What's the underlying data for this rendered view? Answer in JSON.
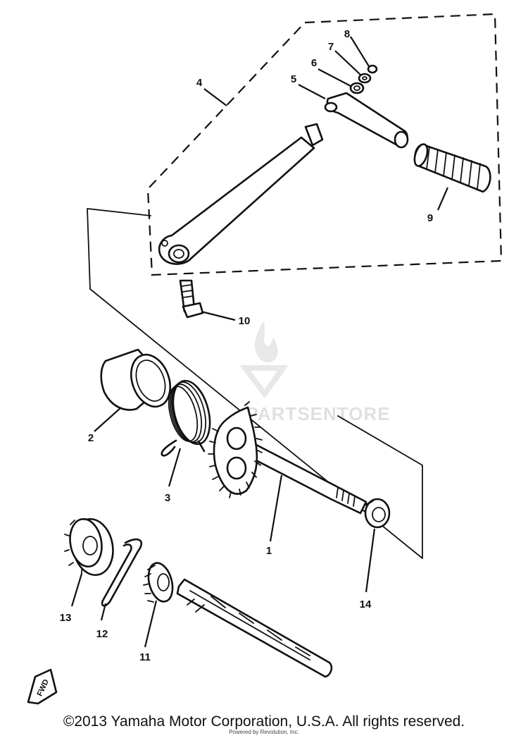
{
  "callouts": [
    {
      "id": "1",
      "label": "1"
    },
    {
      "id": "2",
      "label": "2"
    },
    {
      "id": "3",
      "label": "3"
    },
    {
      "id": "4",
      "label": "4"
    },
    {
      "id": "5",
      "label": "5"
    },
    {
      "id": "6",
      "label": "6"
    },
    {
      "id": "7",
      "label": "7"
    },
    {
      "id": "8",
      "label": "8"
    },
    {
      "id": "9",
      "label": "9"
    },
    {
      "id": "10",
      "label": "10"
    },
    {
      "id": "11",
      "label": "11"
    },
    {
      "id": "12",
      "label": "12"
    },
    {
      "id": "13",
      "label": "13"
    },
    {
      "id": "14",
      "label": "14"
    }
  ],
  "direction_marker": "FWD",
  "watermark": "PARTSENTORE",
  "copyright": "©2013 Yamaha Motor Corporation, U.S.A. All rights reserved.",
  "small_credit": "Powered by Revolution, Inc."
}
